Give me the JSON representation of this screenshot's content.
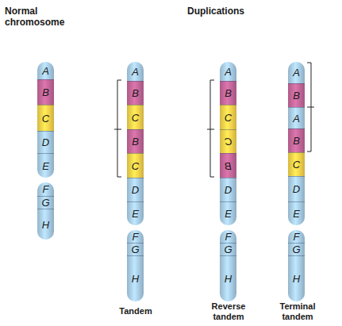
{
  "diagram": {
    "nodes": [
      {
        "text": [
          "A"
        ]
      },
      {
        "text": [
          "B"
        ]
      },
      {
        "text": [
          "C"
        ]
      },
      {
        "text": [
          "D"
        ]
      },
      {
        "text": [
          "E"
        ]
      },
      {
        "text": [
          "F"
        ]
      },
      {
        "text": [
          "G"
        ]
      },
      {
        "text": [
          "H"
        ]
      },
      {
        "text": [
          "A"
        ]
      },
      {
        "text": [
          "B"
        ]
      },
      {
        "text": [
          "C"
        ]
      },
      {
        "text": [
          "B"
        ]
      },
      {
        "text": [
          "C"
        ]
      },
      {
        "text": [
          "D"
        ]
      },
      {
        "text": [
          "E"
        ]
      },
      {
        "text": [
          "F"
        ]
      },
      {
        "text": [
          "G"
        ]
      },
      {
        "text": [
          "H"
        ]
      },
      {
        "text": [
          "A"
        ]
      },
      {
        "text": [
          "B"
        ]
      },
      {
        "text": [
          "C"
        ]
      },
      {
        "text": [
          "C"
        ]
      },
      {
        "text": [
          "B"
        ]
      },
      {
        "text": [
          "D"
        ]
      },
      {
        "text": [
          "E"
        ]
      },
      {
        "text": [
          "F"
        ]
      },
      {
        "text": [
          "G"
        ]
      },
      {
        "text": [
          "H"
        ]
      },
      {
        "text": [
          "A"
        ]
      },
      {
        "text": [
          "B"
        ]
      },
      {
        "text": [
          "A"
        ]
      },
      {
        "text": [
          "B"
        ]
      },
      {
        "text": [
          "C"
        ]
      },
      {
        "text": [
          "D"
        ]
      },
      {
        "text": [
          "E"
        ]
      },
      {
        "text": [
          "F"
        ]
      },
      {
        "text": [
          "G"
        ]
      },
      {
        "text": [
          "H"
        ]
      }
    ],
    "labels": [
      "Normal chromosome",
      "Duplications",
      "Tandem",
      "Reverse tandem",
      "Terminal tandem"
    ]
  }
}
